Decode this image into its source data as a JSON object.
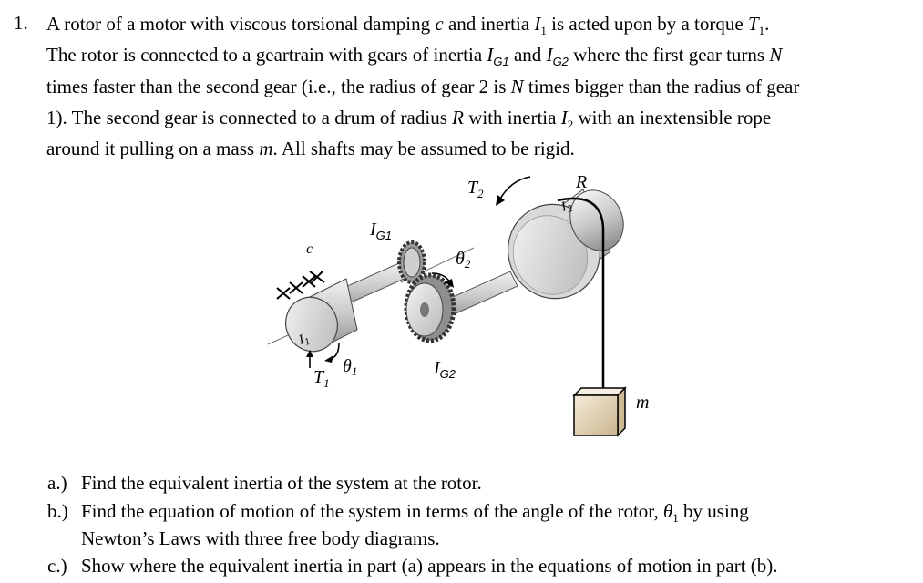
{
  "problem": {
    "number": "1.",
    "line1": {
      "t1": "A rotor of a motor with viscous torsional damping",
      "c": "c",
      "t2": "and inertia",
      "I": "I",
      "I_sub": "1",
      "t3": "is acted upon by a torque",
      "T": "T",
      "T_sub": "1",
      "t4": "."
    },
    "line2": {
      "t1": "The rotor is connected to a geartrain with gears of inertia",
      "IG1": "I",
      "IG1_sub": "G1",
      "t2": "and",
      "IG2": "I",
      "IG2_sub": "G2",
      "t3": "where the first gear turns",
      "N": "N"
    },
    "line3": {
      "t1": "times faster than the second gear (i.e., the radius of gear 2 is",
      "N": "N",
      "t2": "times bigger than the radius of gear"
    },
    "line4": {
      "t1": "1).  The second gear is connected to a drum of radius",
      "R": "R",
      "t2": "with inertia",
      "I": "I",
      "I_sub": "2",
      "t3": "with an inextensible rope"
    },
    "line5": {
      "t1": "around it pulling on a mass",
      "m": "m",
      "t2": ".   All shafts may be assumed to be rigid."
    }
  },
  "figure": {
    "labels": {
      "T2": "T",
      "T2_sub": "2",
      "R": "R",
      "IG1": "I",
      "IG1_sub": "G1",
      "c": "c",
      "theta2": "θ",
      "theta2_sub": "2",
      "I2": "I",
      "I2_sub": "2",
      "I1": "I",
      "I1_sub": "1",
      "T1": "T",
      "T1_sub": "1",
      "theta1": "θ",
      "theta1_sub": "1",
      "IG2": "I",
      "IG2_sub": "G2",
      "m": "m"
    }
  },
  "parts": {
    "a_label": "a.)",
    "a_text": "Find the equivalent inertia of the system at the rotor.",
    "b_label": "b.)",
    "b_text1": "Find the equation of motion of the system in terms of the angle of the rotor,",
    "b_theta": "θ",
    "b_theta_sub": "1",
    "b_text2": "by using",
    "b_line2": "Newton’s Laws with three free body diagrams.",
    "c_label": "c.)",
    "c_text": "Show where the equivalent inertia in part (a) appears in the equations of motion in part (b)."
  }
}
